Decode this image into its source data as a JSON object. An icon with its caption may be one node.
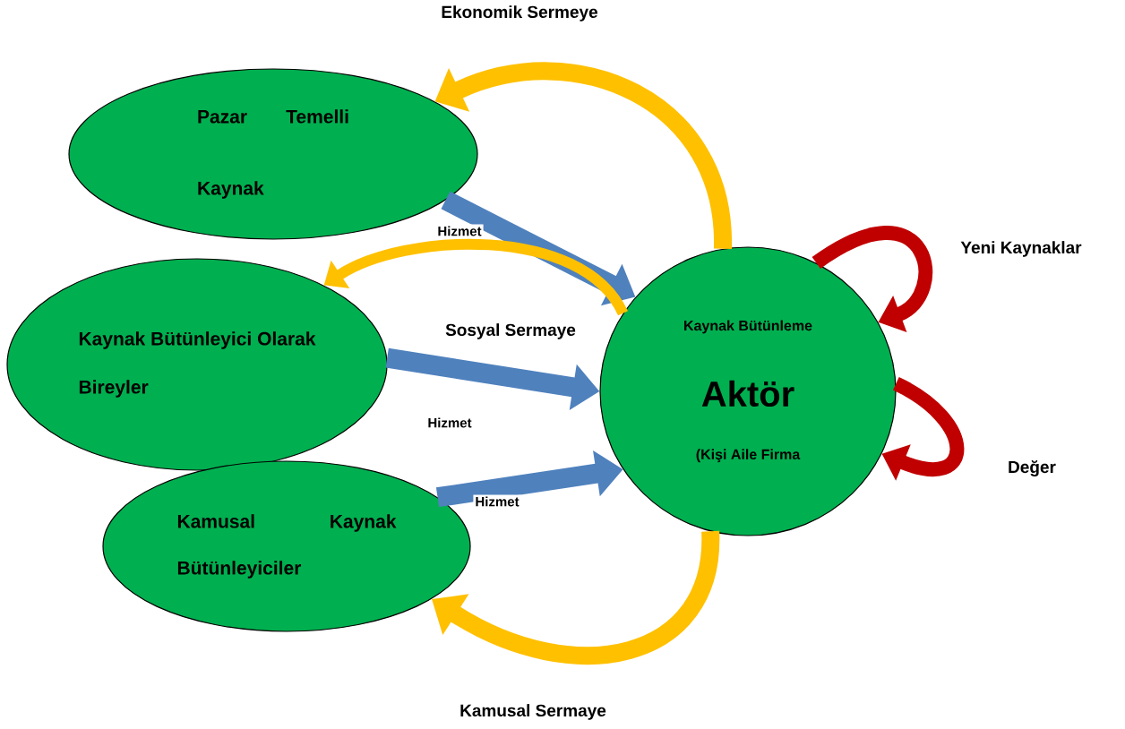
{
  "diagram": {
    "nodes": [
      {
        "text": [
          "Pazar Temelli Kaynak"
        ]
      },
      {
        "text": [
          "Kaynak Bütünleyici Olarak Bireyler"
        ]
      },
      {
        "text": [
          "Kamusal Kaynak Bütünleyiciler"
        ]
      },
      {
        "text": [
          "Kaynak Bütünleme",
          "Aktör",
          "(Kişi Aile Firma"
        ]
      }
    ],
    "edges": [
      {
        "from": 0,
        "to": 3,
        "arrow": "to",
        "label": "Hizmet"
      },
      {
        "from": 1,
        "to": 3,
        "arrow": "to",
        "label": "Hizmet"
      },
      {
        "from": 2,
        "to": 3,
        "arrow": "to",
        "label": "Hizmet"
      },
      {
        "from": 3,
        "to": 0,
        "arrow": "to",
        "label": "Ekonomik Sermeye",
        "color": "#ffc000"
      },
      {
        "from": 3,
        "to": 1,
        "arrow": "to",
        "label": "Sosyal Sermaye",
        "color": "#ffc000"
      },
      {
        "from": 3,
        "to": 2,
        "arrow": "to",
        "label": "Kamusal Sermaye",
        "color": "#ffc000"
      },
      {
        "from": 3,
        "to": 3,
        "arrow": "to",
        "label": "Yeni Kaynaklar",
        "color": "#c00000"
      },
      {
        "from": 3,
        "to": 3,
        "arrow": "to",
        "label": "Değer",
        "color": "#c00000"
      }
    ]
  }
}
